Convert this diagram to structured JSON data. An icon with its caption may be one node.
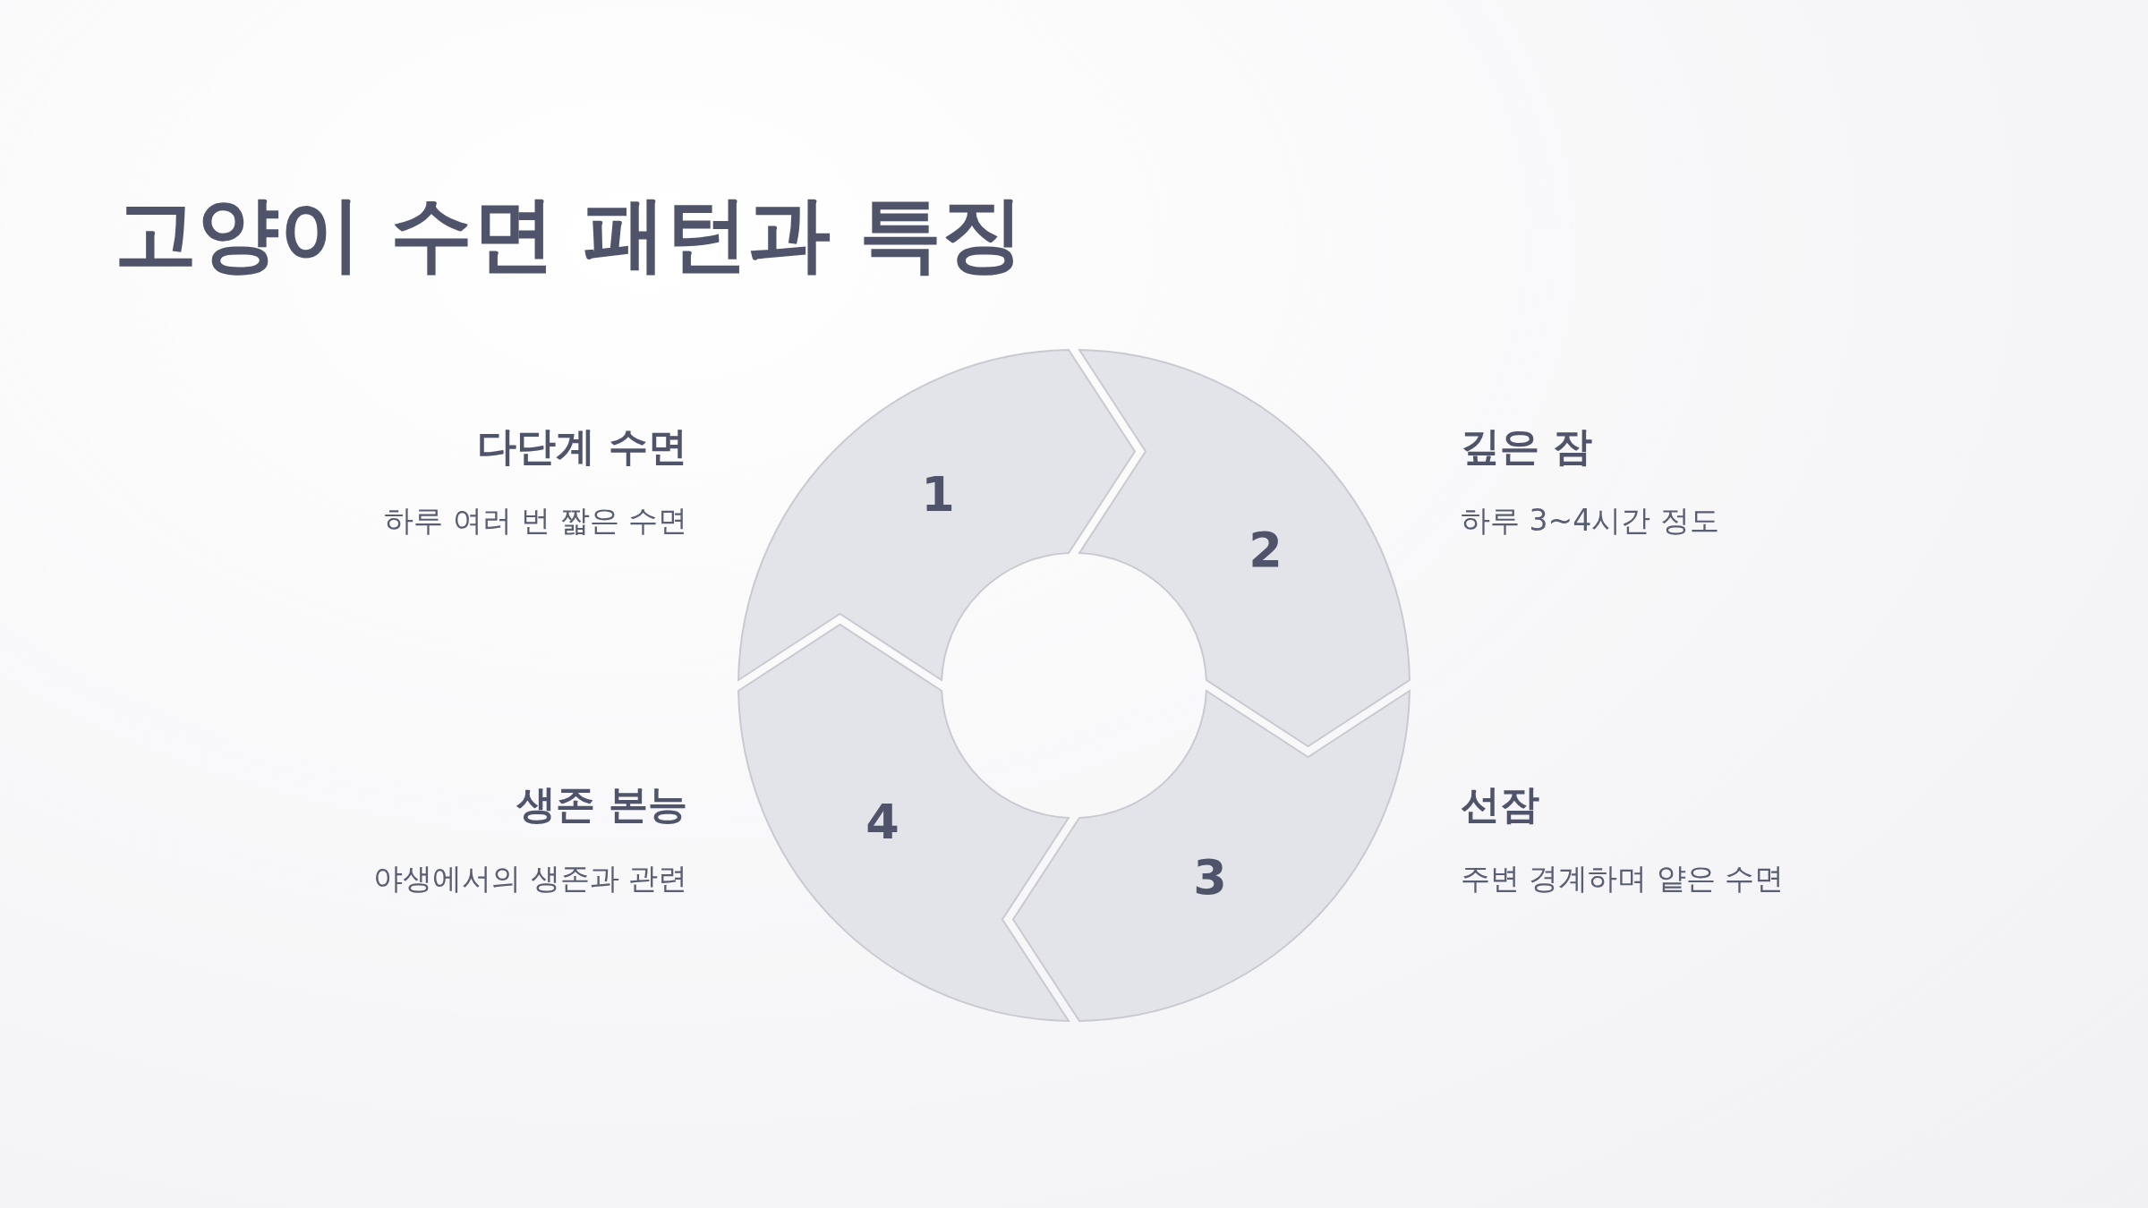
{
  "diagram": {
    "title": "고양이 수면 패턴과 특징",
    "nodes": [
      {
        "text": [
          "1"
        ],
        "beside": [
          "다단계 수면",
          "하루 여러 번 짧은 수면"
        ]
      },
      {
        "text": [
          "2"
        ],
        "beside": [
          "깊은 잠",
          "하루 3~4시간 정도"
        ]
      },
      {
        "text": [
          "3"
        ],
        "beside": [
          "선잠",
          "주변 경계하며 얕은 수면"
        ]
      },
      {
        "text": [
          "4"
        ],
        "beside": [
          "생존 본능",
          "야생에서의 생존과 관련"
        ]
      }
    ]
  }
}
